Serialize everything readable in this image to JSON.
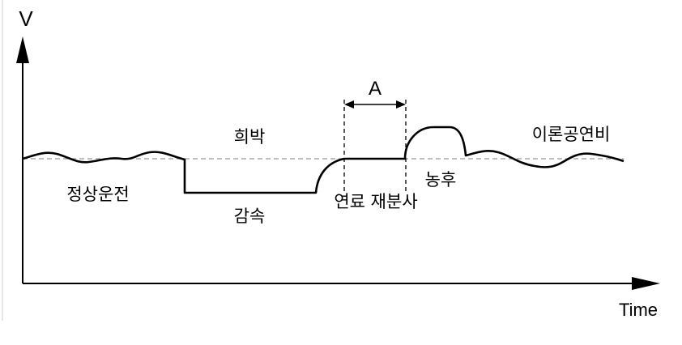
{
  "axes": {
    "y_label": "V",
    "x_label": "Time"
  },
  "interval_marker": {
    "label": "A"
  },
  "phases": {
    "steady_operation": "정상운전",
    "lean": "희박",
    "deceleration": "감속",
    "fuel_reinjection": "연료 재분사",
    "rich": "농후",
    "stoichiometric_ratio": "이론공연비"
  },
  "colors": {
    "line": "#000000",
    "reference": "#999999",
    "background": "#ffffff"
  }
}
